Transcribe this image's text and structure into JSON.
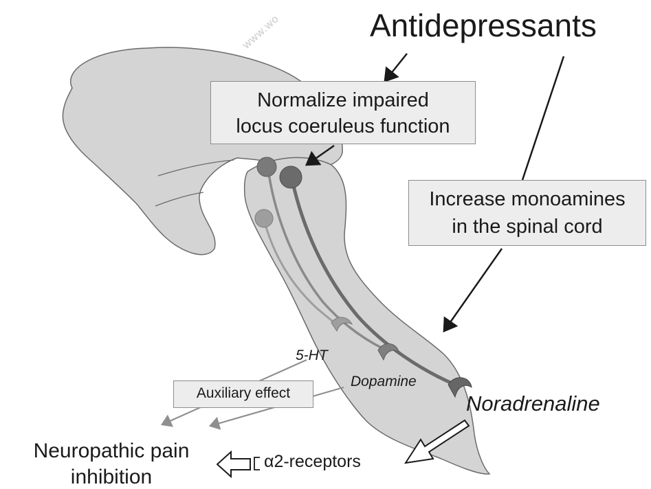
{
  "watermark": "www.wo",
  "title": "Antidepressants",
  "box_lc": {
    "line1": "Normalize impaired",
    "line2": "locus coeruleus function"
  },
  "box_spinal": {
    "line1": "Increase monoamines",
    "line2": "in the spinal cord"
  },
  "box_aux": "Auxiliary effect",
  "neurotransmitters": {
    "serotonin": "5-HT",
    "dopamine": "Dopamine",
    "noradrenaline": "Noradrenaline"
  },
  "receptors": "α2-receptors",
  "outcome": {
    "line1": "Neuropathic pain",
    "line2": "inhibition"
  },
  "colors": {
    "brain_fill": "#d4d4d4",
    "brain_stroke": "#6a6a6a",
    "box_fill": "#ededed",
    "neuron_dark": "#6b6b6b",
    "neuron_mid": "#8a8a8a",
    "neuron_light": "#9e9e9e",
    "arrow": "#1a1a1a",
    "aux_arrow": "#8f8f8f"
  }
}
